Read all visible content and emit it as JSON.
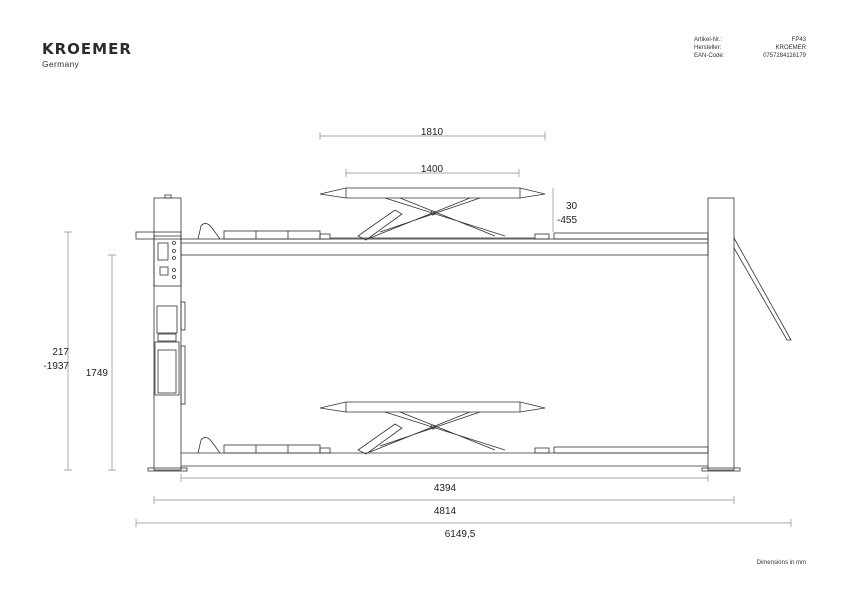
{
  "brand": {
    "name": "KROEMER",
    "sub": "Germany"
  },
  "meta": {
    "labels": [
      "Artikel-Nr.:",
      "Hersteller:",
      "EAN-Code:"
    ],
    "values": [
      "FP43",
      "KROEMER",
      "0757284116179"
    ]
  },
  "dimensions": {
    "top_outer": "1810",
    "top_inner": "1400",
    "jack_height_a": "30",
    "jack_height_b": "-455",
    "lift_height_a": "217",
    "lift_height_b": "-1937",
    "total_height": "1749",
    "inner_length": "4394",
    "outer_length": "4814",
    "total_length": "6149,5"
  },
  "footer": {
    "units": "Dimensions in mm"
  },
  "colors": {
    "line": "#333333",
    "dim_line": "#8a8a8a"
  }
}
